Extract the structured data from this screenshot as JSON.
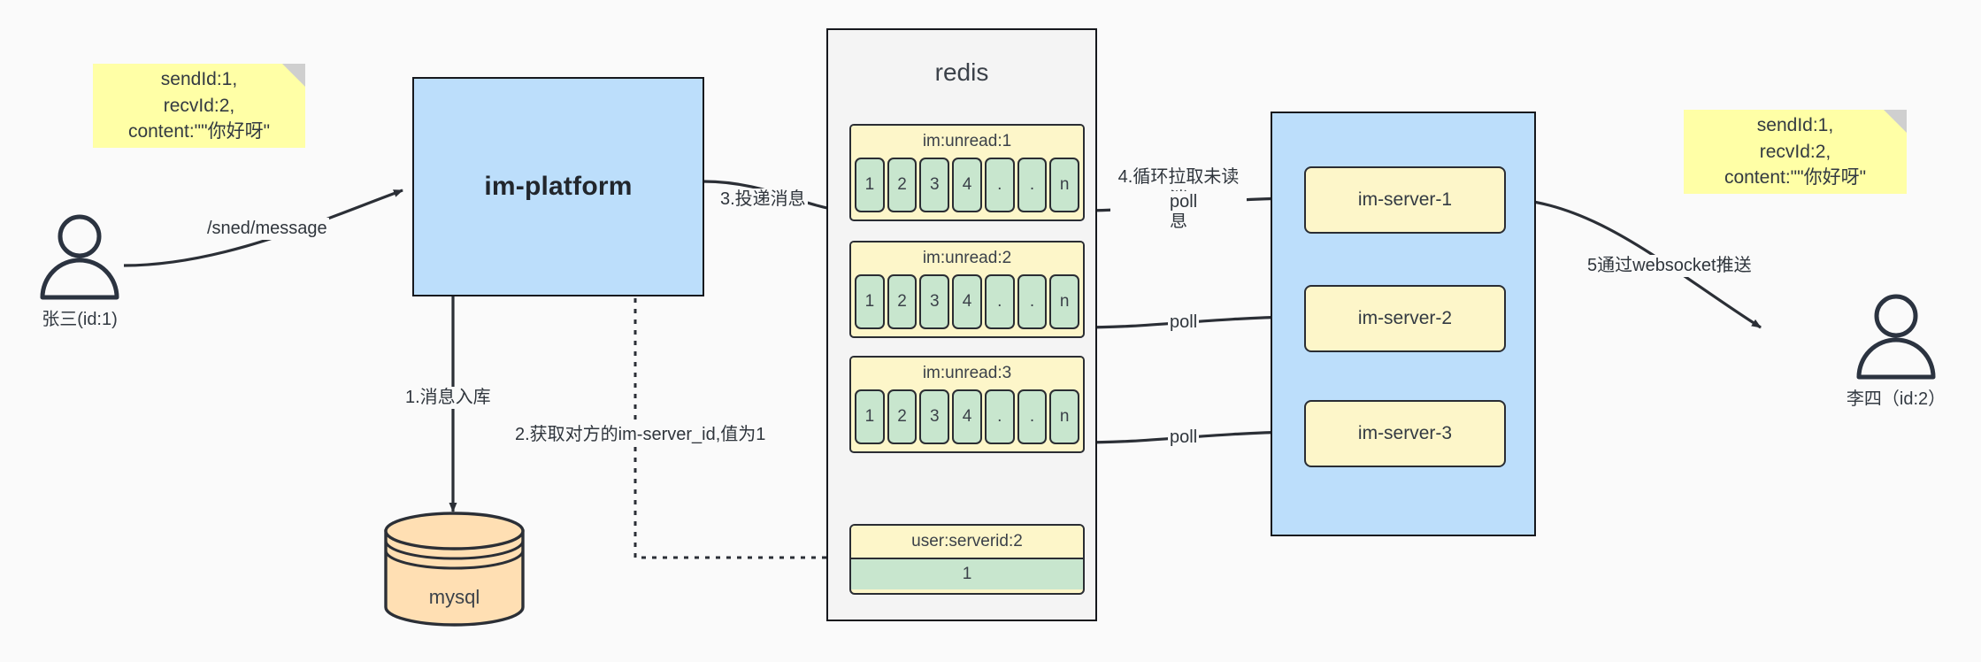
{
  "diagram": {
    "title": "IM message delivery architecture",
    "colors": {
      "background": "#fafafa",
      "note_yellow": "#ffffa6",
      "box_blue": "#bcdefb",
      "list_yellow": "#fdf6c9",
      "cell_green": "#c8e6ce",
      "db_orange": "#ffdfb3",
      "stroke": "#16181d"
    }
  },
  "notes": {
    "left": "sendId:1,\nrecvId:2,\ncontent:\"\"你好呀\"",
    "right": "sendId:1,\nrecvId:2,\ncontent:\"\"你好呀\""
  },
  "actors": {
    "sender": {
      "label": "张三(id:1)",
      "icon": "user-icon"
    },
    "receiver": {
      "label": "李四（id:2）",
      "icon": "user-icon"
    }
  },
  "nodes": {
    "platform": "im-platform",
    "redis_title": "redis",
    "mysql": "mysql"
  },
  "redis": {
    "lists": [
      {
        "key": "im:unread:1",
        "cells": [
          "1",
          "2",
          "3",
          "4",
          ".",
          ".",
          "n"
        ]
      },
      {
        "key": "im:unread:2",
        "cells": [
          "1",
          "2",
          "3",
          "4",
          ".",
          ".",
          "n"
        ]
      },
      {
        "key": "im:unread:3",
        "cells": [
          "1",
          "2",
          "3",
          "4",
          ".",
          ".",
          "n"
        ]
      }
    ],
    "kv": {
      "key": "user:serverid:2",
      "value": "1"
    }
  },
  "servers": [
    {
      "label": "im-server-1"
    },
    {
      "label": "im-server-2"
    },
    {
      "label": "im-server-3"
    }
  ],
  "edges": {
    "send_message": "/sned/message",
    "step1": "1.消息入库",
    "step2": "2.获取对方的im-server_id,值为1",
    "step3": "3.投递消息",
    "step4": "4.循环拉取未读消\n息",
    "poll1": "poll",
    "poll2": "poll",
    "poll3": "poll",
    "step5": "5通过websocket推送"
  }
}
